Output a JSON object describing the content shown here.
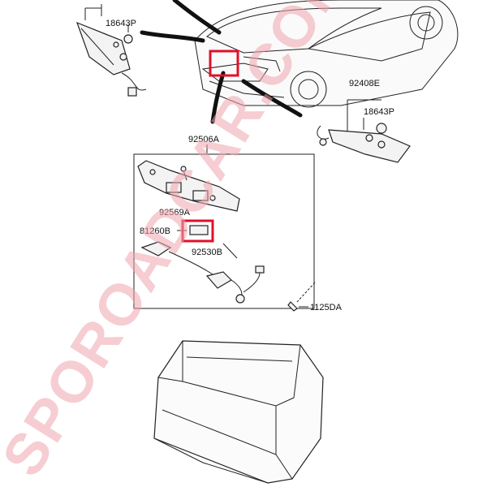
{
  "parts": {
    "p18643p_left": "18643P",
    "p92408e": "92408E",
    "p18643p_right": "18643P",
    "p92506a": "92506A",
    "p92569a": "92569A",
    "p81260b": "81260B",
    "p92530b": "92530B",
    "p1125da": "1125DA"
  },
  "watermark": "SPOROADCAR.COM",
  "colors": {
    "highlight": "#e0102a",
    "line": "#222222",
    "watermark": "#f0a6ae"
  }
}
